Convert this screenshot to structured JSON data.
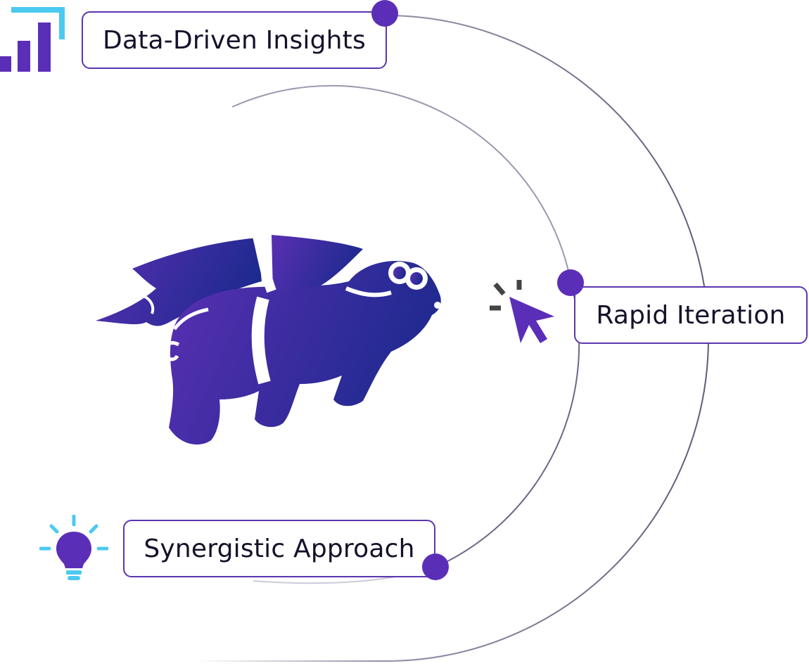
{
  "nodes": {
    "insights": {
      "label": "Data-Driven Insights"
    },
    "rapid": {
      "label": "Rapid Iteration"
    },
    "synergy": {
      "label": "Synergistic Approach"
    }
  },
  "icons": {
    "insights": "bar-chart-icon",
    "rapid": "cursor-click-icon",
    "synergy": "lightbulb-icon",
    "center": "rocket-pig-icon"
  },
  "colors": {
    "accent": "#5b2eb8",
    "accent_light": "#4cc9f0",
    "ring": "#8a86a0",
    "text": "#16112a"
  }
}
